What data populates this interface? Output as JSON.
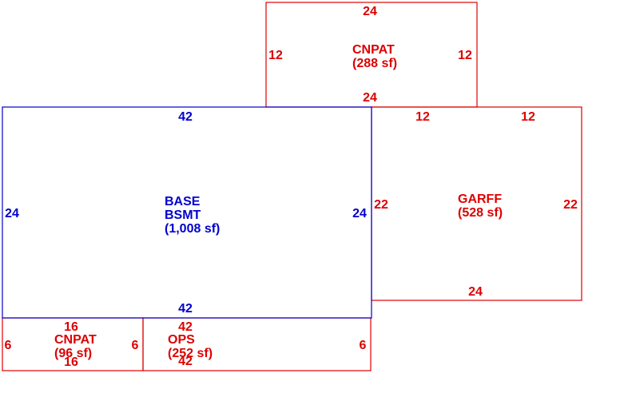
{
  "colors": {
    "main": "#0000cc",
    "addition": "#dd0000"
  },
  "areas": [
    {
      "id": "cnpat_top",
      "color": "addition",
      "lines": [
        "CNPAT",
        "(288 sf)"
      ],
      "dims": {
        "top": "24",
        "bottom": "24",
        "left": "12",
        "right": "12"
      }
    },
    {
      "id": "base",
      "color": "main",
      "lines": [
        "BASE",
        "BSMT",
        "(1,008 sf)"
      ],
      "dims": {
        "top": "42",
        "bottom": "42",
        "left": "24",
        "right": "24"
      }
    },
    {
      "id": "garff",
      "color": "addition",
      "lines": [
        "GARFF",
        "(528 sf)"
      ],
      "dims": {
        "top_left": "12",
        "top_right": "12",
        "bottom": "24",
        "left": "22",
        "right": "22"
      }
    },
    {
      "id": "cnpat_bottom",
      "color": "addition",
      "lines": [
        "CNPAT",
        "(96 sf)"
      ],
      "dims": {
        "top": "16",
        "bottom": "16",
        "left": "6",
        "right": "6"
      }
    },
    {
      "id": "ops",
      "color": "addition",
      "lines": [
        "OPS",
        "(252 sf)"
      ],
      "dims": {
        "top": "42",
        "bottom": "42",
        "right": "6"
      }
    }
  ]
}
